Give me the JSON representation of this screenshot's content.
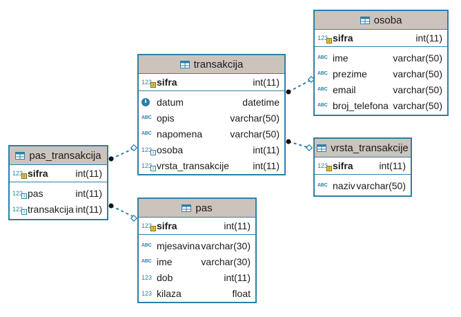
{
  "entities": {
    "osoba": {
      "name": "osoba",
      "pk": {
        "name": "sifra",
        "type": "int(11)"
      },
      "columns": [
        {
          "name": "ime",
          "type": "varchar(50)"
        },
        {
          "name": "prezime",
          "type": "varchar(50)"
        },
        {
          "name": "email",
          "type": "varchar(50)"
        },
        {
          "name": "broj_telefona",
          "type": "varchar(50)"
        }
      ]
    },
    "transakcija": {
      "name": "transakcija",
      "pk": {
        "name": "sifra",
        "type": "int(11)"
      },
      "columns": [
        {
          "name": "datum",
          "type": "datetime"
        },
        {
          "name": "opis",
          "type": "varchar(50)"
        },
        {
          "name": "napomena",
          "type": "varchar(50)"
        },
        {
          "name": "osoba",
          "type": "int(11)"
        },
        {
          "name": "vrsta_transakcije",
          "type": "int(11)"
        }
      ]
    },
    "vrsta_transakcije": {
      "name": "vrsta_transakcije",
      "pk": {
        "name": "sifra",
        "type": "int(11)"
      },
      "columns": [
        {
          "name": "naziv",
          "type": "varchar(50)"
        }
      ]
    },
    "pas_transakcija": {
      "name": "pas_transakcija",
      "pk": {
        "name": "sifra",
        "type": "int(11)"
      },
      "columns": [
        {
          "name": "pas",
          "type": "int(11)"
        },
        {
          "name": "transakcija",
          "type": "int(11)"
        }
      ]
    },
    "pas": {
      "name": "pas",
      "pk": {
        "name": "sifra",
        "type": "int(11)"
      },
      "columns": [
        {
          "name": "mjesavina",
          "type": "varchar(30)"
        },
        {
          "name": "ime",
          "type": "varchar(30)"
        },
        {
          "name": "dob",
          "type": "int(11)"
        },
        {
          "name": "kilaza",
          "type": "float"
        }
      ]
    }
  },
  "icons": {
    "table": "table-icon",
    "varchar": "abc-icon",
    "int": "numeric-icon",
    "foreign_key": "numeric-key-icon",
    "primary_key": "primary-key-icon",
    "datetime": "clock-icon"
  },
  "colors": {
    "border": "#2a7fa8",
    "header": "#cdc3bd"
  }
}
